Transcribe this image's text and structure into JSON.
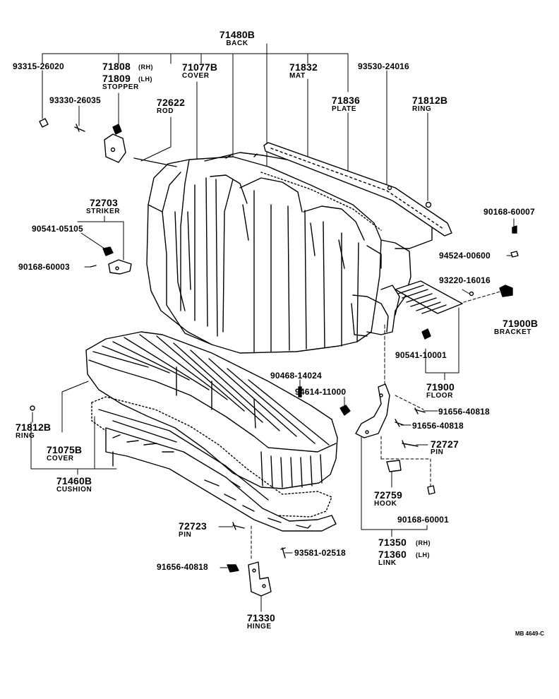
{
  "document_code": "MB 4649-C",
  "parts": {
    "back": {
      "number": "71480B",
      "name": "BACK"
    },
    "p93315": {
      "number": "93315-26020"
    },
    "stopper": {
      "number_rh": "71808",
      "side_rh": "(RH)",
      "number_lh": "71809",
      "side_lh": "(LH)",
      "name": "STOPPER"
    },
    "cover_back": {
      "number": "71077B",
      "name": "COVER"
    },
    "mat": {
      "number": "71832",
      "name": "MAT"
    },
    "p93530": {
      "number": "93530-24016"
    },
    "p93330": {
      "number": "93330-26035"
    },
    "rod": {
      "number": "72622",
      "name": "ROD"
    },
    "plate": {
      "number": "71836",
      "name": "PLATE"
    },
    "ring_top": {
      "number": "71812B",
      "name": "RING"
    },
    "striker": {
      "number": "72703",
      "name": "STRIKER"
    },
    "p90541_05105": {
      "number": "90541-05105"
    },
    "p90168_60003": {
      "number": "90168-60003"
    },
    "p90168_60007": {
      "number": "90168-60007"
    },
    "p94524": {
      "number": "94524-00600"
    },
    "p93220": {
      "number": "93220-16016"
    },
    "bracket": {
      "number": "71900B",
      "name": "BRACKET"
    },
    "p90541_10001": {
      "number": "90541-10001"
    },
    "floor": {
      "number": "71900",
      "name": "FLOOR"
    },
    "p90468": {
      "number": "90468-14024"
    },
    "p94614": {
      "number": "94614-11000"
    },
    "p91656_a": {
      "number": "91656-40818"
    },
    "p91656_b": {
      "number": "91656-40818"
    },
    "ring_left": {
      "number": "71812B",
      "name": "RING"
    },
    "cover_cushion": {
      "number": "71075B",
      "name": "COVER"
    },
    "cushion": {
      "number": "71460B",
      "name": "CUSHION"
    },
    "pin_right": {
      "number": "72727",
      "name": "PIN"
    },
    "hook": {
      "number": "72759",
      "name": "HOOK"
    },
    "p90168_60001": {
      "number": "90168-60001"
    },
    "pin_mid": {
      "number": "72723",
      "name": "PIN"
    },
    "link": {
      "number_rh": "71350",
      "side_rh": "(RH)",
      "number_lh": "71360",
      "side_lh": "(LH)",
      "name": "LINK"
    },
    "p93581": {
      "number": "93581-02518"
    },
    "p91656_c": {
      "number": "91656-40818"
    },
    "hinge": {
      "number": "71330",
      "name": "HINGE"
    }
  }
}
